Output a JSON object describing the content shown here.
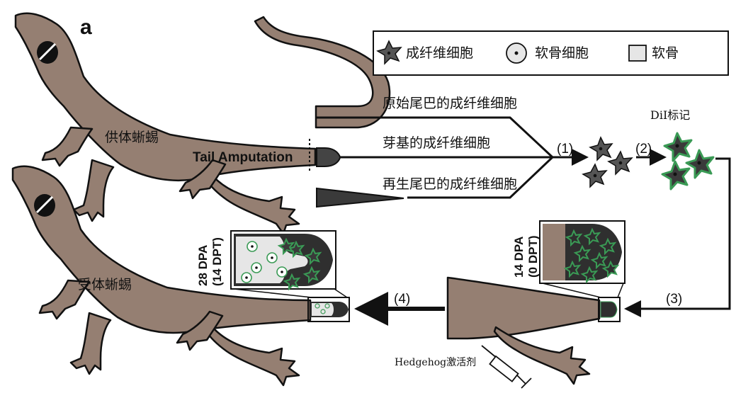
{
  "panel_label": "a",
  "legend": {
    "fibroblast": "成纤维细胞",
    "chondrocyte": "软骨细胞",
    "cartilage": "软骨"
  },
  "sources": {
    "original_tail": "原始尾巴的成纤维细胞",
    "blastema": "芽基的成纤维细胞",
    "regenerated_tail": "再生尾巴的成纤维细胞"
  },
  "donor_label": "供体蜥蜴",
  "recipient_label": "受体蜥蜴",
  "amputation_label": "Tail Amputation",
  "dil_label": "DiI标记",
  "steps": [
    "(1)",
    "(2)",
    "(3)",
    "(4)"
  ],
  "timepoint_14": {
    "line1": "14 DPA",
    "line2": "(0 DPT)"
  },
  "timepoint_28": {
    "line1": "28 DPA",
    "line2": "(14 DPT)"
  },
  "hedgehog_label": "Hedgehog激活剂",
  "colors": {
    "gecko_skin": "#957f72",
    "fibroblast": "#555555",
    "labeled_fibroblast": "#3a9a55",
    "cartilage": "#e6e6e6"
  }
}
